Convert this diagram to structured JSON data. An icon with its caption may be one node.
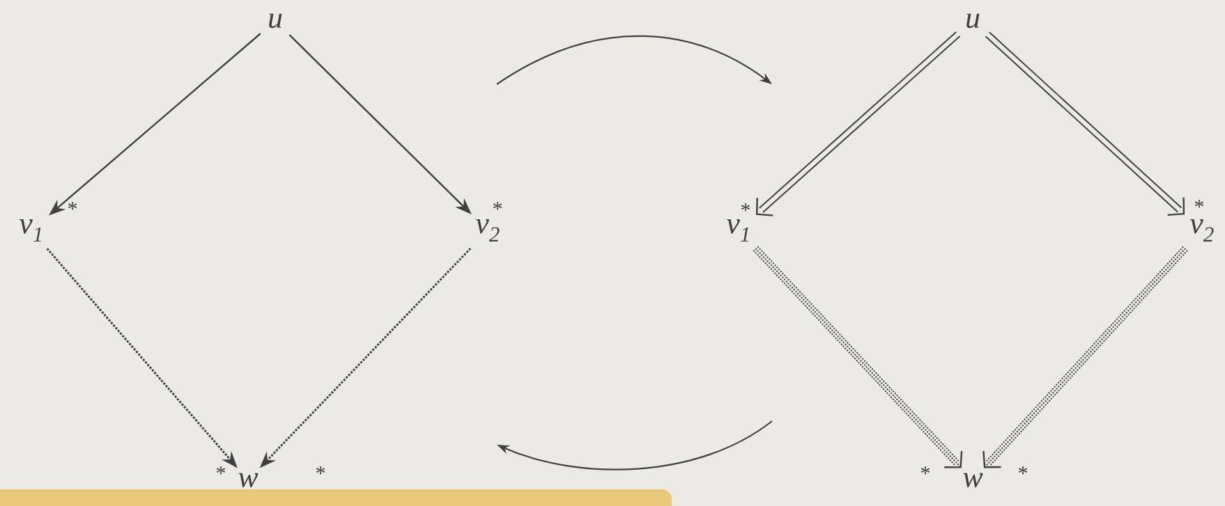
{
  "diagram": {
    "nodes": [
      {
        "text": [
          "u"
        ]
      },
      {
        "text": [
          "v$_{1}$"
        ],
        "beside": [
          "*"
        ]
      },
      {
        "text": [
          "v$_{2}$"
        ],
        "beside": [
          "*"
        ]
      },
      {
        "text": [
          "w"
        ],
        "beside": [
          "*",
          "*"
        ]
      },
      {
        "text": [
          "u"
        ]
      },
      {
        "text": [
          "v$_{1}$"
        ],
        "beside": [
          "*"
        ]
      },
      {
        "text": [
          "v$_{2}$"
        ],
        "beside": [
          "*"
        ]
      },
      {
        "text": [
          "w"
        ],
        "beside": [
          "*",
          "*"
        ]
      }
    ],
    "edges": [
      {
        "from": 0,
        "to": 1,
        "arrow": "to"
      },
      {
        "from": 0,
        "to": 2,
        "arrow": "to"
      },
      {
        "from": 1,
        "to": 3,
        "arrow": "to",
        "style": "dashed"
      },
      {
        "from": 2,
        "to": 3,
        "arrow": "to",
        "style": "dashed"
      },
      {
        "from": 4,
        "to": 5,
        "arrow": "to"
      },
      {
        "from": 4,
        "to": 6,
        "arrow": "to"
      },
      {
        "from": 5,
        "to": 7,
        "arrow": "to",
        "style": "dashed"
      },
      {
        "from": 6,
        "to": 7,
        "arrow": "to",
        "style": "dashed"
      }
    ]
  }
}
